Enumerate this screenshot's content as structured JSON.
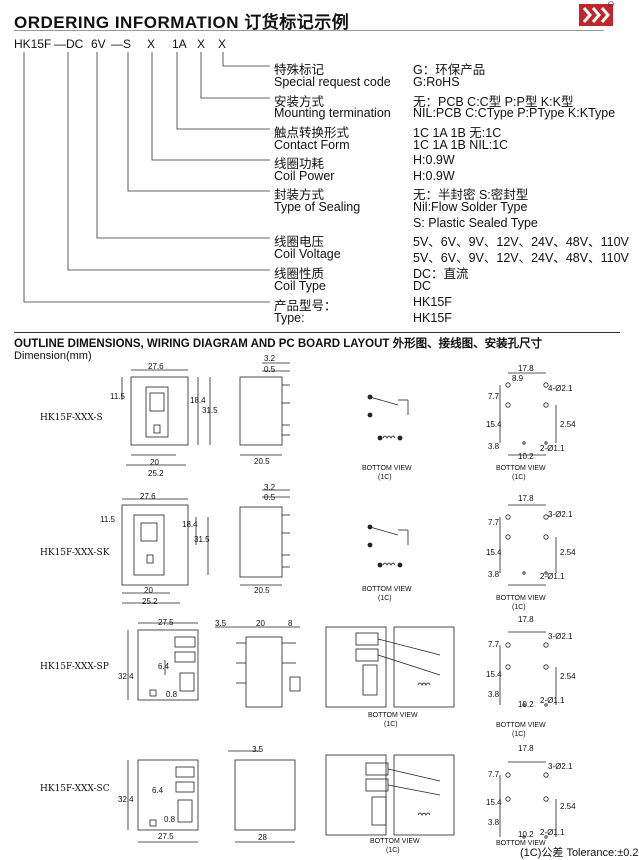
{
  "header": {
    "title": "ORDERING INFORMATION 订货标记示例",
    "logo_alt": "HK logo"
  },
  "order_code": [
    "HK15F",
    "—DC",
    "6V",
    "—S",
    "X",
    "1A",
    "X",
    "X"
  ],
  "fields": [
    {
      "cn": "特殊标记",
      "en": "Special request code",
      "cn_val": "G：环保产品",
      "en_val": "G:RoHS"
    },
    {
      "cn": "安装方式",
      "en": "Mounting termination",
      "cn_val": "无：PCB  C:C型  P:P型  K:K型",
      "en_val": "NIL:PCB  C:CType  P:PType  K:KType"
    },
    {
      "cn": "触点转换形式",
      "en": "Contact Form",
      "cn_val": "1C  1A  1B  无:1C",
      "en_val": "1C  1A  1B   NIL:1C"
    },
    {
      "cn": "线圈功耗",
      "en": "Coil Power",
      "cn_val": "H:0.9W",
      "en_val": "H:0.9W"
    },
    {
      "cn": "封装方式",
      "en": "Type of Sealing",
      "cn_val": "无：半封密    S:密封型",
      "en_val": "Nil:Flow  Solder  Type",
      "en_val2": "S:  Plastic   Sealed  Type"
    },
    {
      "cn": "线圈电压",
      "en": "Coil Voltage",
      "cn_val": "5V、6V、9V、12V、24V、48V、110V",
      "en_val": "5V、6V、9V、12V、24V、48V、110V"
    },
    {
      "cn": "线圈性质",
      "en": "Coil Type",
      "cn_val": "DC：直流",
      "en_val": "DC"
    },
    {
      "cn": "产品型号：",
      "en": "Type:",
      "cn_val": "HK15F",
      "en_val": "HK15F"
    }
  ],
  "outline": {
    "title": "OUTLINE DIMENSIONS, WIRING DIAGRAM AND PC BOARD LAYOUT 外形图、接线图、安装孔尺寸",
    "dimension_label": "Dimension(mm)",
    "models": [
      "HK15F-XXX-S",
      "HK15F-XXX-SK",
      "HK15F-XXX-SP",
      "HK15F-XXX-SC"
    ],
    "bottom_view": "BOTTOM VIEW",
    "bottom_view_sub": "(1C)",
    "dims": {
      "s": {
        "w": "27.6",
        "h1": "11.5",
        "h2": "18.4",
        "h3": "31.5",
        "b1": "20",
        "b2": "25.2",
        "side_t1": "3.2",
        "side_t2": "0.5",
        "side_w": "20.5"
      },
      "sk": {
        "w": "27.6",
        "h1": "11.5",
        "h2": "18.4",
        "h3": "31.5",
        "b1": "20",
        "b2": "25.2",
        "side_t1": "3.2",
        "side_t2": "0.5",
        "side_w": "20.5"
      },
      "sp": {
        "w": "27.5",
        "h": "32.4",
        "a": "6.4",
        "b": "0.8",
        "c": "3.5",
        "d": "20",
        "e": "8"
      },
      "sc": {
        "w": "27.5",
        "h": "32.4",
        "a": "6.4",
        "b": "0.8",
        "c": "3.5",
        "d": "28"
      },
      "pcb": {
        "w": "17.8",
        "a": "8.9",
        "h1": "7.7",
        "h2": "15.4",
        "c": "2.54",
        "d": "3.8",
        "e": "10.2",
        "hole1": "4-Ø2.1",
        "hole1b": "3-Ø2.1",
        "hole2": "2-Ø1.1"
      }
    },
    "tolerance": "(1C)公差  Tolerance:±0.2"
  }
}
